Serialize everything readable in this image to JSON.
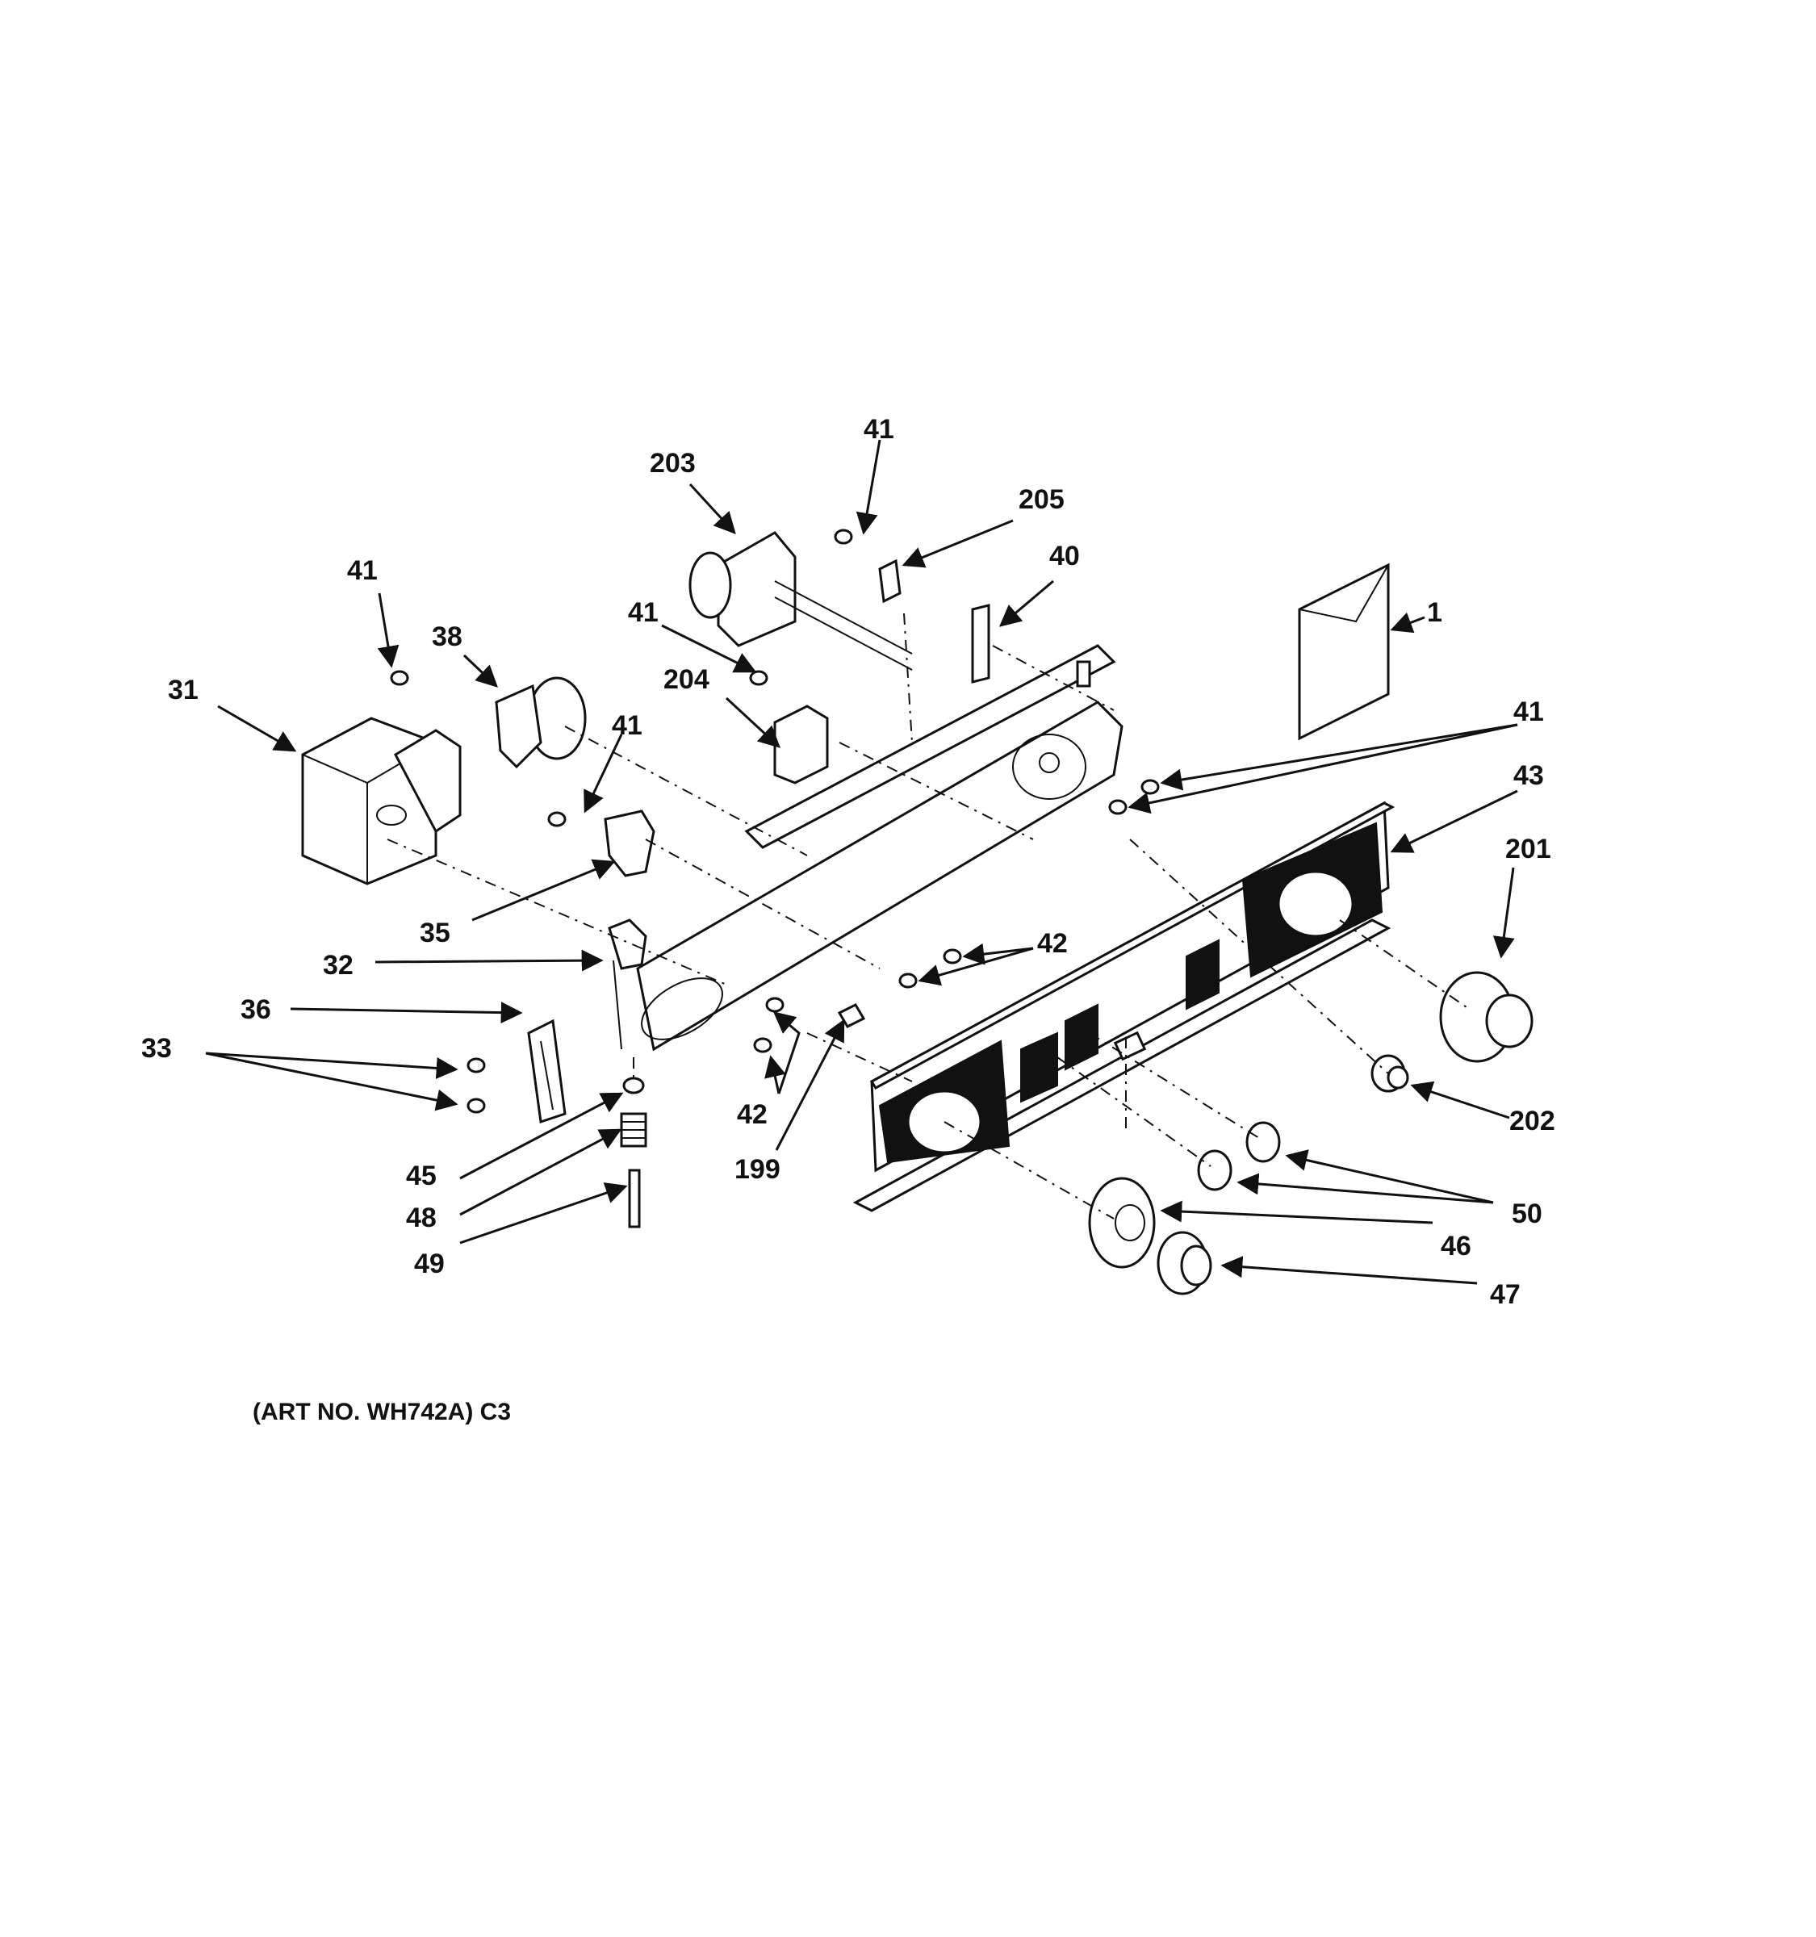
{
  "diagram": {
    "callouts": [
      "1",
      "31",
      "32",
      "33",
      "35",
      "36",
      "38",
      "40",
      "41",
      "41",
      "41",
      "41",
      "41",
      "42",
      "42",
      "43",
      "45",
      "46",
      "47",
      "48",
      "49",
      "50",
      "199",
      "201",
      "202",
      "203",
      "204",
      "205"
    ],
    "caption": "(ART NO. WH742A) C3"
  }
}
